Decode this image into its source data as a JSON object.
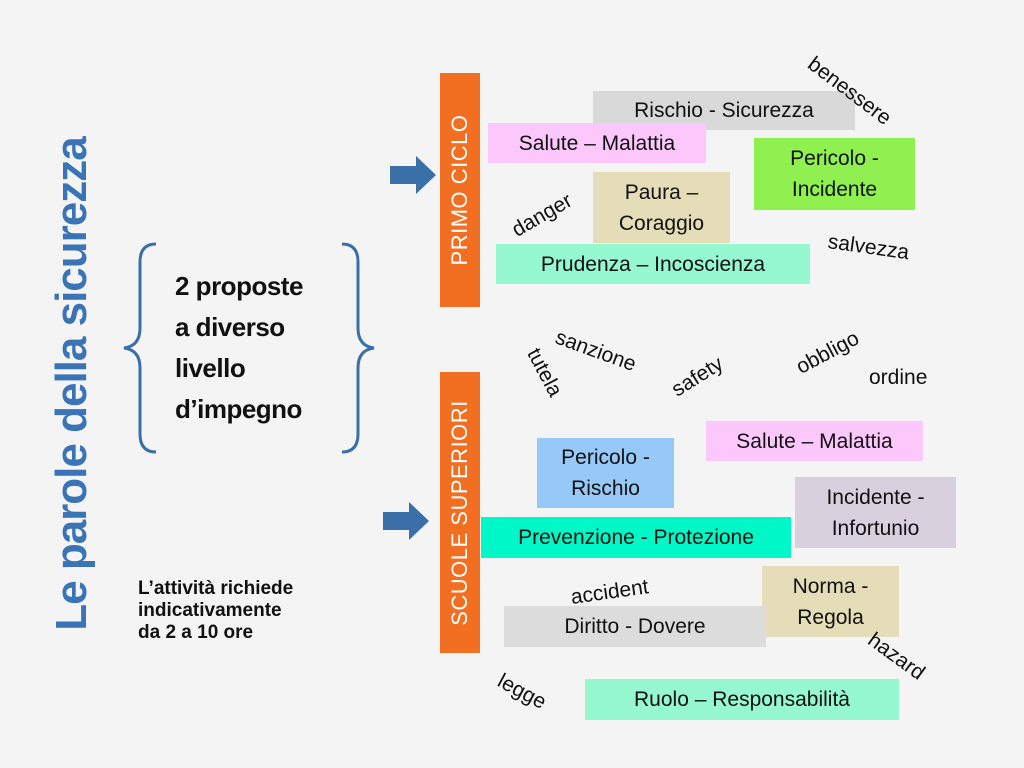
{
  "title": "Le parole della sicurezza",
  "proposals": {
    "line1": "2 proposte",
    "line2": "a diverso",
    "line3": "livello",
    "line4": "d’impegno"
  },
  "activity": {
    "line1": "L’attività richiede",
    "line2": "indicativamente",
    "line3": "da 2 a 10 ore"
  },
  "sections": {
    "primo_ciclo": "PRIMO CICLO",
    "scuole_superiori": "SCUOLE SUPERIORI"
  },
  "colors": {
    "title": "#3a74b6",
    "bar": "#f26f21",
    "arrow": "#3a6fa8"
  },
  "primo_boxes": {
    "rischio_sicurezza": "Rischio - Sicurezza",
    "salute_malattia": "Salute – Malattia",
    "pericolo_incidente_1": "Pericolo -",
    "pericolo_incidente_2": "Incidente",
    "paura_coraggio_1": "Paura –",
    "paura_coraggio_2": "Coraggio",
    "prudenza_incoscienza": "Prudenza – Incoscienza"
  },
  "superiori_boxes": {
    "salute_malattia": "Salute – Malattia",
    "pericolo_rischio_1": "Pericolo -",
    "pericolo_rischio_2": "Rischio",
    "incidente_infortunio_1": "Incidente -",
    "incidente_infortunio_2": "Infortunio",
    "prevenzione_protezione": "Prevenzione - Protezione",
    "norma_regola_1": "Norma -",
    "norma_regola_2": "Regola",
    "diritto_dovere": "Diritto - Dovere",
    "ruolo_responsabilita": "Ruolo – Responsabilità"
  },
  "words": {
    "benessere": "benessere",
    "danger": "danger",
    "salvezza": "salvezza",
    "sanzione": "sanzione",
    "tutela": "tutela",
    "safety": "safety",
    "obbligo": "obbligo",
    "ordine": "ordine",
    "accident": "accident",
    "hazard": "hazard",
    "legge": "legge"
  }
}
